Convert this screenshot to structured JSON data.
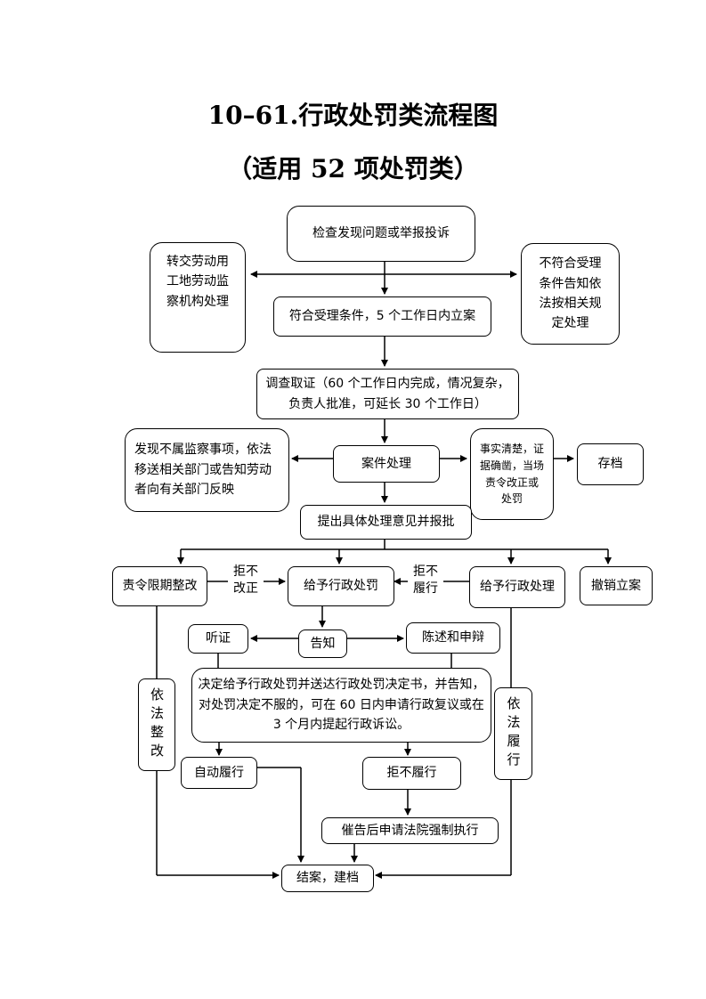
{
  "title": "10–61.行政处罚类流程图",
  "subtitle": "（适用 52 项处罚类）",
  "nodes": {
    "inspect": "检查发现问题或举报投诉",
    "transfer": "转交劳动用\n工地劳动监\n察机构处理",
    "reject": "不符合受理\n条件告知依\n法按相关规\n定处理",
    "accept": "符合受理条件，5 个工作日内立案",
    "investigate": "调查取证（60 个工作日内完成，情况复杂，\n负责人批准，可延长 30 个工作日）",
    "notinscope": "发现不属监察事项，依法\n移送相关部门或告知劳动\n者向有关部门反映",
    "handle": "案件处理",
    "facts": "事实清楚，证\n据确凿，当场\n责令改正或\n处罚",
    "archive": "存档",
    "opinion": "提出具体处理意见并报批",
    "rectify": "责令限期整改",
    "penalty": "给予行政处罚",
    "process": "给予行政处理",
    "revoke": "撤销立案",
    "hearing": "听证",
    "notify": "告知",
    "defense": "陈述和申辩",
    "decision": "决定给予行政处罚并送达行政处罚决定书，并告知，\n对处罚决定不服的，可在 60 日内申请行政复议或在\n3 个月内提起行政诉讼。",
    "rectify_law": "依法整改",
    "perform_law": "依法履行",
    "selfperform": "自动履行",
    "refuse": "拒不履行",
    "court": "催告后申请法院强制执行",
    "close": "结案，建档"
  },
  "labels": {
    "refuse_rectify": "拒不\n改正",
    "refuse_perform": "拒不\n履行"
  }
}
